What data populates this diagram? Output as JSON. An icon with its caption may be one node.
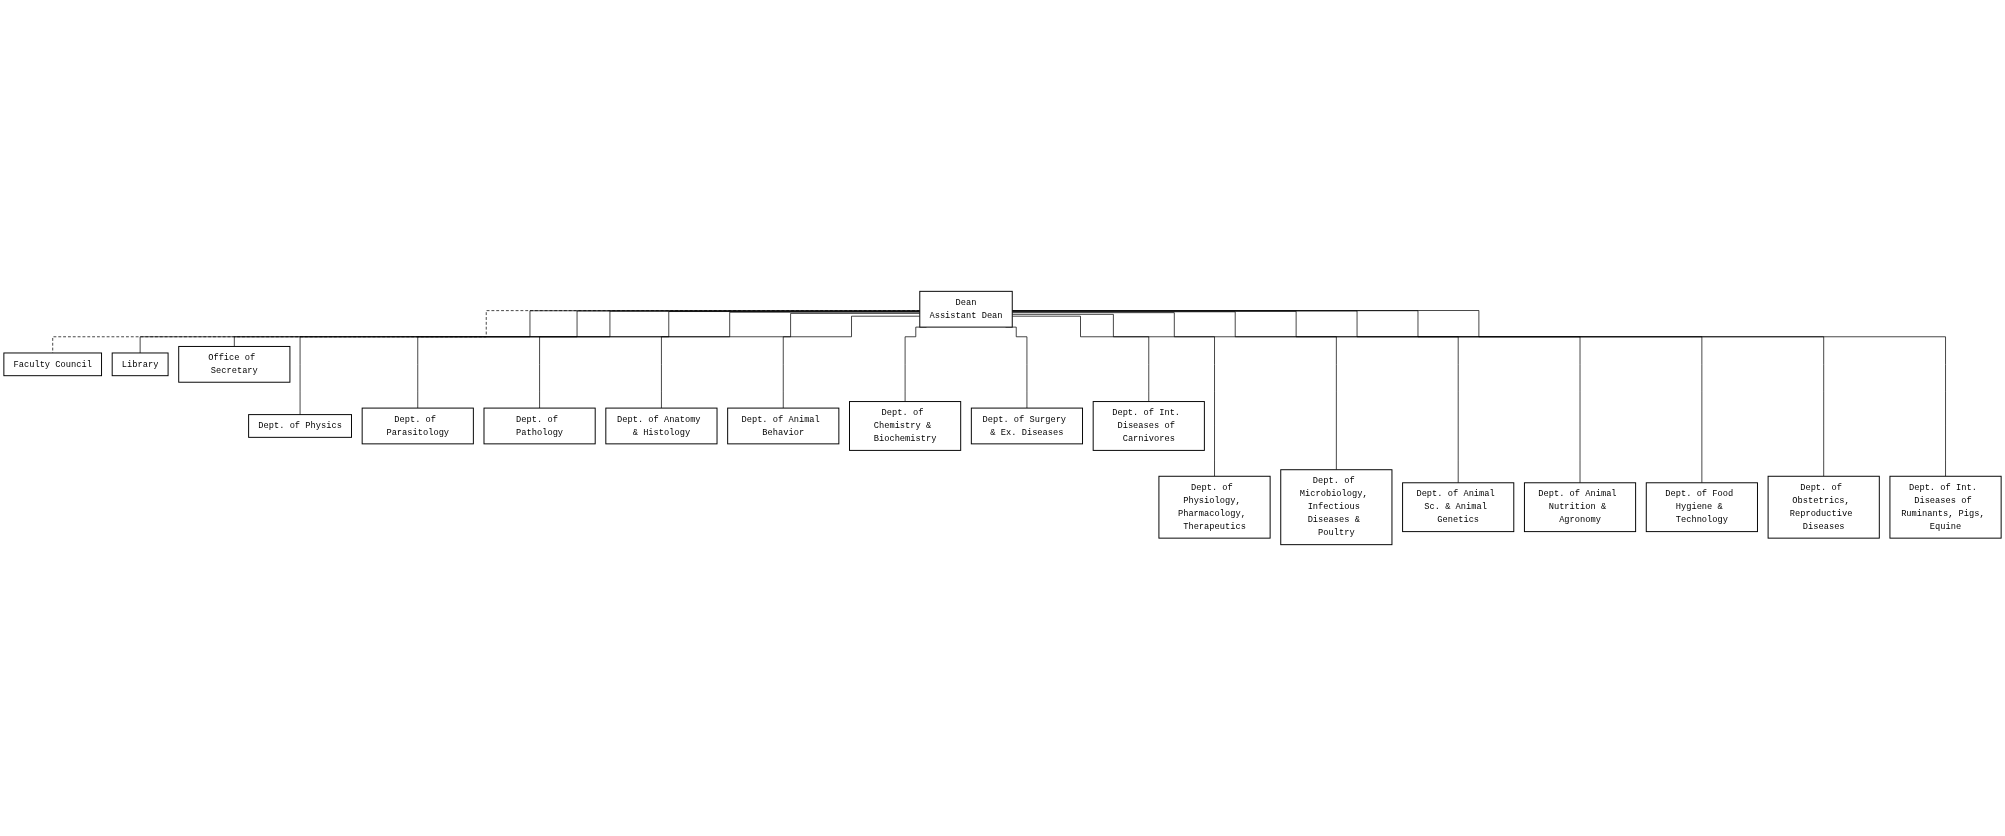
{
  "diagram": {
    "nodes": [
      {
        "text": [
          "Dean",
          "Assistant Dean"
        ]
      },
      {
        "text": [
          "Faculty Council"
        ]
      },
      {
        "text": [
          "Library"
        ]
      },
      {
        "text": [
          "Office of Secretary"
        ]
      },
      {
        "text": [
          "Dept. of Physics"
        ]
      },
      {
        "text": [
          "Dept. of Parasitology"
        ]
      },
      {
        "text": [
          "Dept. of Pathology"
        ]
      },
      {
        "text": [
          "Dept. of Anatomy & Histology"
        ]
      },
      {
        "text": [
          "Dept. of Animal Behavior"
        ]
      },
      {
        "text": [
          "Dept. of Chemistry & Biochemistry"
        ]
      },
      {
        "text": [
          "Dept. of Surgery & Ex. Diseases"
        ]
      },
      {
        "text": [
          "Dept. of Int. Diseases of Carnivores"
        ]
      },
      {
        "text": [
          "Dept. of Physiology, Pharmacology, Therapeutics"
        ]
      },
      {
        "text": [
          "Dept. of Microbiology, Infectious Diseases & Poultry"
        ]
      },
      {
        "text": [
          "Dept. of Animal Sc. & Animal Genetics"
        ]
      },
      {
        "text": [
          "Dept. of Animal Nutrition & Agronomy"
        ]
      },
      {
        "text": [
          "Dept. of Food Hygiene & Technology"
        ]
      },
      {
        "text": [
          "Dept. of Obstetrics, Reproductive Diseases"
        ]
      },
      {
        "text": [
          "Dept. of Int. Diseases of Ruminants, Pigs, Equine"
        ]
      }
    ],
    "edges": [
      {
        "from": 0,
        "to": 1,
        "arrow": "none",
        "style": "dashed"
      },
      {
        "from": 0,
        "to": 2,
        "arrow": "none"
      },
      {
        "from": 0,
        "to": 3,
        "arrow": "none"
      },
      {
        "from": 0,
        "to": 4,
        "arrow": "none"
      },
      {
        "from": 0,
        "to": 12,
        "arrow": "none"
      },
      {
        "from": 0,
        "to": 5,
        "arrow": "none"
      },
      {
        "from": 0,
        "to": 13,
        "arrow": "none"
      },
      {
        "from": 0,
        "to": 6,
        "arrow": "none"
      },
      {
        "from": 0,
        "to": 14,
        "arrow": "none"
      },
      {
        "from": 0,
        "to": 7,
        "arrow": "none"
      },
      {
        "from": 0,
        "to": 15,
        "arrow": "none"
      },
      {
        "from": 0,
        "to": 8,
        "arrow": "none"
      },
      {
        "from": 0,
        "to": 16,
        "arrow": "none"
      },
      {
        "from": 0,
        "to": 9,
        "arrow": "none"
      },
      {
        "from": 0,
        "to": 17,
        "arrow": "none"
      },
      {
        "from": 0,
        "to": 10,
        "arrow": "none"
      },
      {
        "from": 0,
        "to": 18,
        "arrow": "none"
      },
      {
        "from": 0,
        "to": 11,
        "arrow": "none"
      }
    ]
  }
}
